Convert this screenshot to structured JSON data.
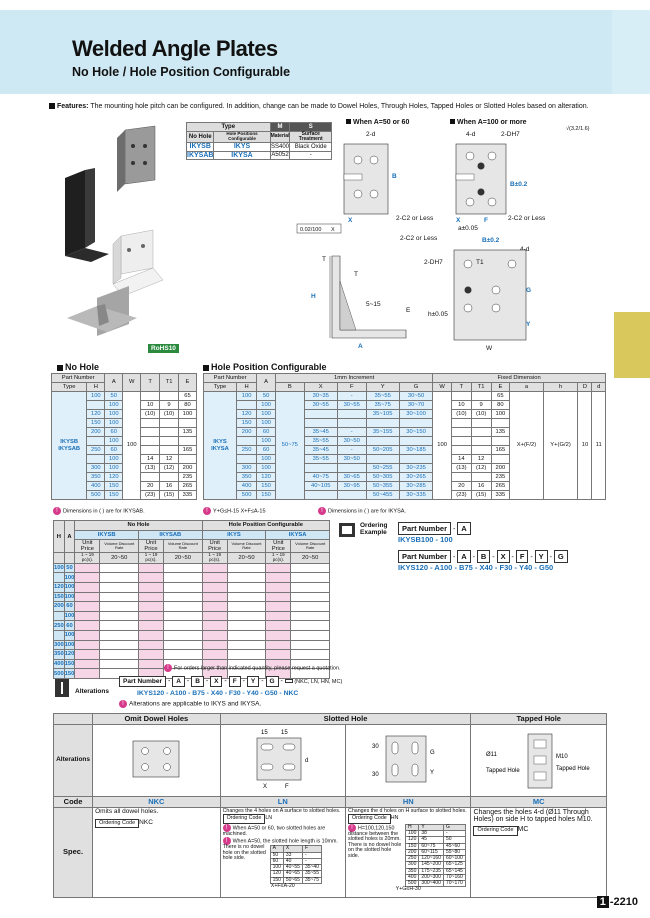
{
  "header": {
    "title": "Welded Angle Plates",
    "subtitle": "No Hole / Hole Position Configurable"
  },
  "features": {
    "label": "Features:",
    "text": "The mounting hole pitch can be configured. In addition, change can be made to Dowel Holes, Through Holes, Tapped Holes or Slotted Holes based on alteration."
  },
  "type_table": {
    "h_type": "Type",
    "h_m": "M",
    "h_s": "S",
    "h_nohole": "No Hole",
    "h_hpc": "Hole Positions Configurable",
    "h_material": "Material",
    "h_surface": "Surface Treatment",
    "rows": [
      {
        "a": "IKYSB",
        "b": "IKYS",
        "m": "SS400",
        "s": "Black Oxide"
      },
      {
        "a": "IKYSAB",
        "b": "IKYSA",
        "m": "A5052",
        "s": "-"
      }
    ]
  },
  "badges": {
    "rohs": "RoHS10"
  },
  "drawings": {
    "a5060": "When A=50 or 60",
    "a100": "When A=100 or more",
    "c2": "2-C2 or Less",
    "c2b": "2-C2 or Less",
    "c2c": "2-C2 or Less",
    "d2": "2-d",
    "d4": "4-d",
    "d4b": "4-d",
    "dh7": "2-DH7",
    "dh7b": "2-DH7",
    "x": "X",
    "f": "F",
    "b": "B",
    "b02": "B±0.2",
    "b02b": "B±0.2",
    "a005": "a±0.05",
    "h005": "h±0.05",
    "flat": "0.02/100",
    "xref": "X",
    "t": "T",
    "t1": "T1",
    "tt": "T",
    "e": "E",
    "h": "H",
    "a": "A",
    "w": "W",
    "c515": "5~15",
    "g": "G",
    "y": "Y",
    "r24": "√(3.2/1.6)"
  },
  "no_hole": {
    "title": "No Hole",
    "h_pn": "Part Number",
    "h_type": "Type",
    "h_h": "H",
    "h_a": "A",
    "h_w": "W",
    "h_t": "T",
    "h_t1": "T1",
    "h_e": "E"
  },
  "hole_pos": {
    "title": "Hole Position Configurable",
    "h_pn": "Part Number",
    "h_type": "Type",
    "h_h": "H",
    "h_a": "A",
    "h_inc": "1mm Increment",
    "h_fixed": "Fixed Dimension",
    "cols": [
      "B",
      "X",
      "F",
      "Y",
      "G",
      "W",
      "T",
      "T1",
      "E",
      "a",
      "h",
      "D",
      "d"
    ]
  },
  "main_rows": [
    {
      "h": "100",
      "a": "50",
      "t": "",
      "t1": "",
      "e": "65",
      "x": "30~35",
      "f": "-",
      "y": "35~55",
      "g": "30~50"
    },
    {
      "h": "",
      "a": "100",
      "t": "10",
      "t1": "9",
      "e": "80",
      "x": "30~55",
      "f": "30~55",
      "y": "35~75",
      "g": "30~70"
    },
    {
      "h": "120",
      "a": "100",
      "t": "(10)",
      "t1": "(10)",
      "e": "100",
      "x": "",
      "f": "",
      "y": "35~105",
      "g": "30~100"
    },
    {
      "h": "150",
      "a": "100",
      "t": "",
      "t1": "",
      "e": "",
      "x": "",
      "f": "",
      "y": "",
      "g": ""
    },
    {
      "h": "200",
      "a": "60",
      "t": "",
      "t1": "",
      "e": "135",
      "x": "35~45",
      "f": "-",
      "y": "35~155",
      "g": "30~150"
    },
    {
      "h": "",
      "a": "100",
      "t": "",
      "t1": "",
      "e": "",
      "x": "35~55",
      "f": "30~50",
      "y": "",
      "g": ""
    },
    {
      "h": "250",
      "a": "60",
      "t": "",
      "t1": "",
      "e": "165",
      "x": "35~45",
      "f": "-",
      "y": "50~205",
      "g": "30~185"
    },
    {
      "h": "",
      "a": "100",
      "t": "14",
      "t1": "12",
      "e": "",
      "x": "35~55",
      "f": "30~50",
      "y": "",
      "g": ""
    },
    {
      "h": "300",
      "a": "100",
      "t": "(13)",
      "t1": "(12)",
      "e": "200",
      "x": "",
      "f": "",
      "y": "50~255",
      "g": "30~235"
    },
    {
      "h": "350",
      "a": "120",
      "t": "",
      "t1": "",
      "e": "235",
      "x": "40~75",
      "f": "30~65",
      "y": "50~305",
      "g": "30~265"
    },
    {
      "h": "400",
      "a": "150",
      "t": "20",
      "t1": "16",
      "e": "265",
      "x": "40~105",
      "f": "30~95",
      "y": "50~355",
      "g": "30~285"
    },
    {
      "h": "500",
      "a": "150",
      "t": "(23)",
      "t1": "(15)",
      "e": "335",
      "x": "",
      "f": "",
      "y": "50~455",
      "g": "30~335"
    }
  ],
  "main_common": {
    "type_nh_1": "IKYSB",
    "type_nh_2": "IKYSAB",
    "type_hp_1": "IKYS",
    "type_hp_2": "IKYSA",
    "w": "100",
    "b": "50~75",
    "a_fixed": "X+(F/2)",
    "h_fixed": "Y+(G/2)",
    "d_big": "10",
    "d_small": "11",
    "w2": "100"
  },
  "notes": {
    "n1": "Dimensions in ( ) are for IKYSAB.",
    "n2": "Y+G≤H-15  X+F≤A-15",
    "n3": "Dimensions in ( ) are for IKYSA.",
    "n4": "For orders larger than indicated quantity, please request a quotation."
  },
  "ordering": {
    "title": "Ordering Example",
    "pn": "Part Number",
    "a": "A",
    "ex1": "IKYSB100",
    "ex1b": "100",
    "fields": [
      "A",
      "B",
      "X",
      "F",
      "Y",
      "G"
    ],
    "ex2": "IKYS120",
    "ex2v": [
      "A100",
      "B75",
      "X40",
      "F30",
      "Y40",
      "G50"
    ]
  },
  "price": {
    "h_h": "H",
    "h_a": "A",
    "h_nohole": "No Hole",
    "h_hpc": "Hole Position Configurable",
    "types": [
      "IKYSB",
      "IKYSAB",
      "IKYS",
      "IKYSA"
    ],
    "h_up": "Unit Price",
    "h_vd": "Volume Discount Rate",
    "h_qty1": "1 ~ 19 pc(s).",
    "h_qty2": "20~50",
    "rows": [
      [
        "100",
        "50"
      ],
      [
        "",
        "100"
      ],
      [
        "120",
        "100"
      ],
      [
        "150",
        "100"
      ],
      [
        "200",
        "60"
      ],
      [
        "",
        "100"
      ],
      [
        "250",
        "60"
      ],
      [
        "",
        "100"
      ],
      [
        "300",
        "100"
      ],
      [
        "350",
        "120"
      ],
      [
        "400",
        "150"
      ],
      [
        "500",
        "150"
      ]
    ]
  },
  "alterations": {
    "label": "Alterations",
    "pn": "Part Number",
    "fields": [
      "A",
      "B",
      "X",
      "F",
      "Y",
      "G"
    ],
    "codes": "(NKC, LN, HN, MC)",
    "example": "IKYS120 - A100 - B75 - X40 - F30 - Y40 - G50 - NKC",
    "note": "Alterations are applicable to IKYS and IKYSA."
  },
  "alt_table": {
    "h_alt": "Alterations",
    "h_code": "Code",
    "h_spec": "Spec.",
    "cols": [
      "Omit Dowel Holes",
      "Slotted Hole",
      "Tapped Hole"
    ],
    "codes": [
      "NKC",
      "LN",
      "HN",
      "MC"
    ],
    "spec_nkc": "Omits all dowel holes.",
    "oc": "Ordering Code",
    "nkc": "NKC",
    "spec_ln": "Changes the 4 holes on A surface to slotted holes.",
    "ln": "LN",
    "ln_n1": "When A=50 or 60, two slotted holes are machined.",
    "ln_n2": "When A=50, the slotted hole length is 10mm.",
    "ln_n3": "There is no dowel hole on the slotted hole side.",
    "ln_tbl_h": [
      "A",
      "X",
      "F"
    ],
    "ln_tbl": [
      [
        "50",
        "33",
        "-"
      ],
      [
        "60",
        "40",
        "-"
      ],
      [
        "100",
        "40~55",
        "35~40"
      ],
      [
        "120",
        "40~65",
        "35~55"
      ],
      [
        "150",
        "50~65",
        "35~75"
      ]
    ],
    "ln_f": "X+F≤A-20",
    "spec_hn": "Changes the d holes on H surface to slotted holes.",
    "hn": "HN",
    "hn_n1": "H=100,120,150 distance between the slotted holes is 20mm.",
    "hn_n2": "There is no dowel hole on the slotted hole side.",
    "hn_tbl_h": [
      "H",
      "Y",
      "G"
    ],
    "hn_tbl": [
      [
        "100",
        "38",
        "-"
      ],
      [
        "120",
        "45",
        "50"
      ],
      [
        "150",
        "60~75",
        "45~60"
      ],
      [
        "200",
        "60~115",
        "55~80"
      ],
      [
        "250",
        "120~160",
        "60~100"
      ],
      [
        "300",
        "145~200",
        "65~125"
      ],
      [
        "350",
        "175~235",
        "65~145"
      ],
      [
        "400",
        "200~300",
        "70~160"
      ],
      [
        "500",
        "300~400",
        "70~170"
      ]
    ],
    "hn_f": "Y+G≤H-30",
    "spec_mc": "Changes the holes 4-d (Ø11 Through Holes) on side H to tapped holes M10.",
    "mc": "MC",
    "slot_15a": "15",
    "slot_15b": "15",
    "slot_x": "X",
    "slot_f": "F",
    "slot_30": "30",
    "slot_30b": "30",
    "slot_y": "Y",
    "slot_g": "G",
    "slot_d": "d",
    "tap_d11": "Ø11",
    "tap_hole1": "Tapped Hole",
    "tap_m10": "M10",
    "tap_hole2": "Tapped Hole"
  },
  "page": {
    "num": "1",
    "rest": "-2210"
  }
}
